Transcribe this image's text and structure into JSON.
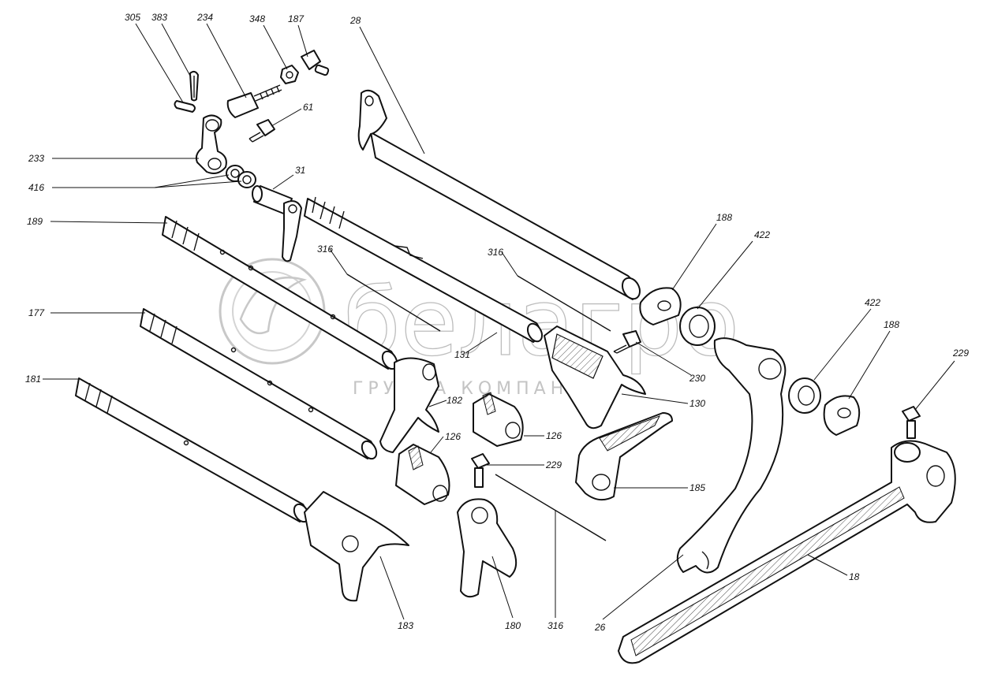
{
  "watermark": {
    "brand": "белагро",
    "subtitle": "ГРУППА КОМПАНИЙ"
  },
  "callouts": [
    {
      "id": "c305",
      "label": "305"
    },
    {
      "id": "c383",
      "label": "383"
    },
    {
      "id": "c234",
      "label": "234"
    },
    {
      "id": "c348",
      "label": "348"
    },
    {
      "id": "c187",
      "label": "187"
    },
    {
      "id": "c28",
      "label": "28"
    },
    {
      "id": "c61",
      "label": "61"
    },
    {
      "id": "c233",
      "label": "233"
    },
    {
      "id": "c416",
      "label": "416"
    },
    {
      "id": "c31",
      "label": "31"
    },
    {
      "id": "c189",
      "label": "189"
    },
    {
      "id": "c316a",
      "label": "316"
    },
    {
      "id": "c316b",
      "label": "316"
    },
    {
      "id": "c188a",
      "label": "188"
    },
    {
      "id": "c422a",
      "label": "422"
    },
    {
      "id": "c177",
      "label": "177"
    },
    {
      "id": "c131",
      "label": "131"
    },
    {
      "id": "c230",
      "label": "230"
    },
    {
      "id": "c422b",
      "label": "422"
    },
    {
      "id": "c188b",
      "label": "188"
    },
    {
      "id": "c229a",
      "label": "229"
    },
    {
      "id": "c181",
      "label": "181"
    },
    {
      "id": "c182",
      "label": "182"
    },
    {
      "id": "c130",
      "label": "130"
    },
    {
      "id": "c126a",
      "label": "126"
    },
    {
      "id": "c126b",
      "label": "126"
    },
    {
      "id": "c229b",
      "label": "229"
    },
    {
      "id": "c185",
      "label": "185"
    },
    {
      "id": "c18",
      "label": "18"
    },
    {
      "id": "c183",
      "label": "183"
    },
    {
      "id": "c180",
      "label": "180"
    },
    {
      "id": "c316c",
      "label": "316"
    },
    {
      "id": "c26",
      "label": "26"
    }
  ]
}
